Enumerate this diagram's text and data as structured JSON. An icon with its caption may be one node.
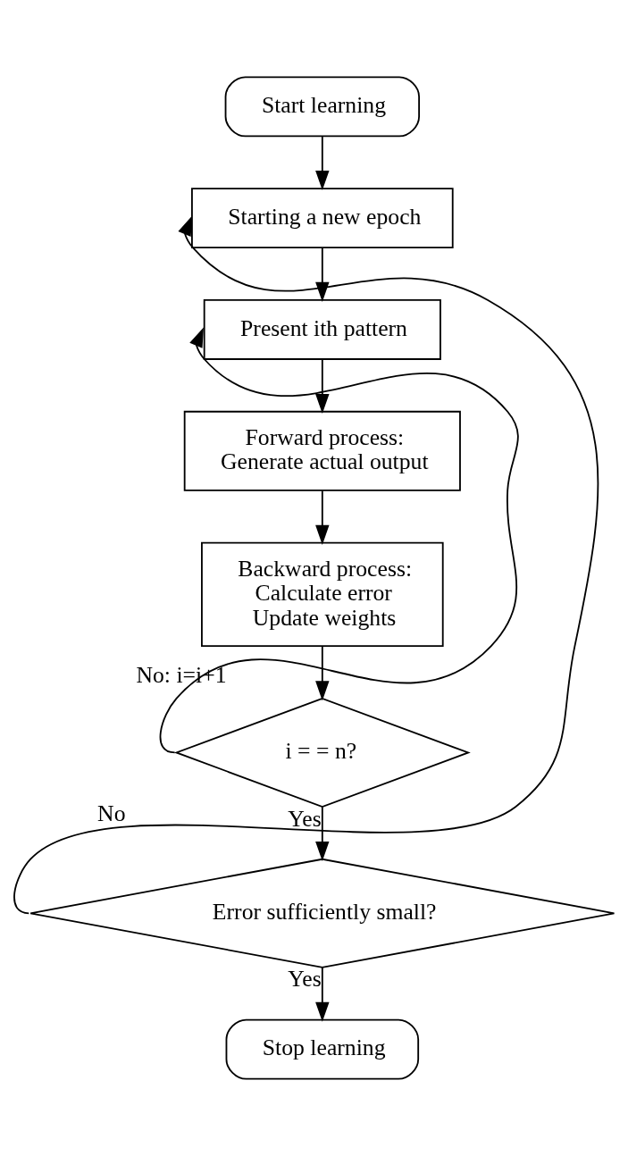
{
  "diagram": {
    "nodes": [
      {
        "text": [
          "Start learning"
        ]
      },
      {
        "text": [
          "Starting a new epoch"
        ]
      },
      {
        "text": [
          "Present ith pattern"
        ]
      },
      {
        "text": [
          "Forward process:",
          "Generate actual output"
        ]
      },
      {
        "text": [
          "Backward process:",
          "Calculate error",
          "Update weights"
        ]
      },
      {
        "text": [
          "i = = n?"
        ]
      },
      {
        "text": [
          "Error sufficiently small?"
        ]
      },
      {
        "text": [
          "Stop learning"
        ]
      }
    ],
    "edges": [
      {
        "from": 0,
        "to": 1,
        "arrow": "to"
      },
      {
        "from": 1,
        "to": 2,
        "arrow": "to"
      },
      {
        "from": 2,
        "to": 3,
        "arrow": "to"
      },
      {
        "from": 3,
        "to": 4,
        "arrow": "to"
      },
      {
        "from": 4,
        "to": 5,
        "arrow": "to"
      },
      {
        "from": 5,
        "to": 2,
        "arrow": "to",
        "label": "No: i=i+1"
      },
      {
        "from": 5,
        "to": 6,
        "arrow": "to",
        "label": "Yes"
      },
      {
        "from": 6,
        "to": 1,
        "arrow": "to",
        "label": "No"
      },
      {
        "from": 6,
        "to": 7,
        "arrow": "to",
        "label": "Yes"
      }
    ]
  }
}
